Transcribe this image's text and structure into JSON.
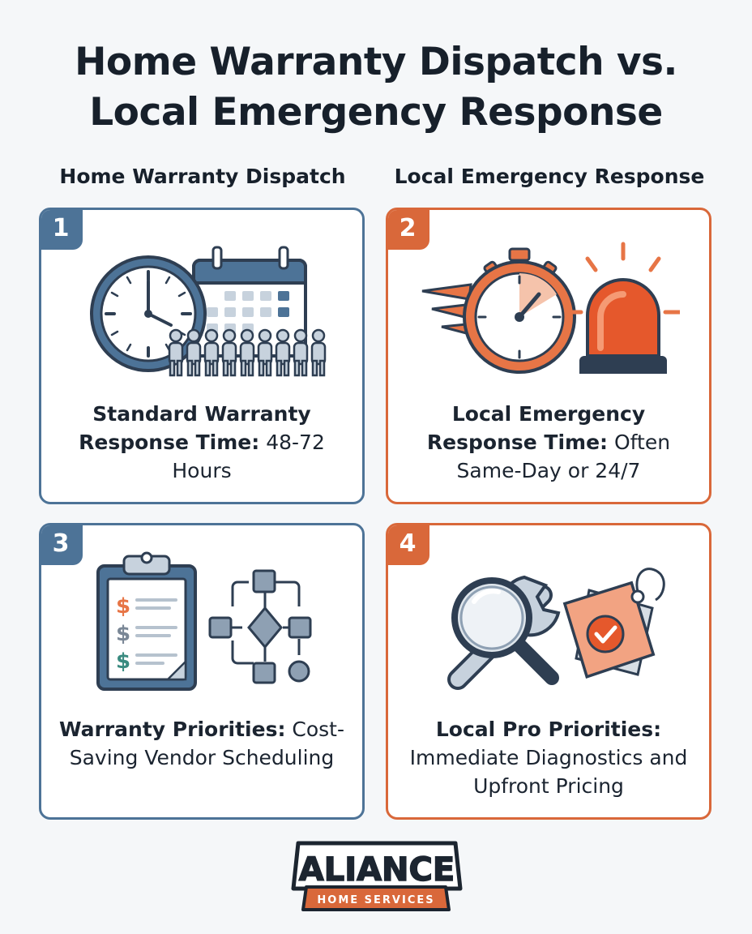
{
  "title": {
    "line1": "Home Warranty Dispatch vs.",
    "line2": "Local Emergency Response"
  },
  "columns": {
    "left": "Home Warranty Dispatch",
    "right": "Local Emergency Response"
  },
  "cards": [
    {
      "number": "1",
      "heading": "Standard Warranty Response Time:",
      "detail": "48-72 Hours",
      "accent": "#4d7397",
      "icons": [
        "clock-icon",
        "calendar-icon",
        "people-queue-icon"
      ]
    },
    {
      "number": "2",
      "heading": "Local Emergency Response Time:",
      "detail": "Often Same-Day or 24/7",
      "accent": "#d9683a",
      "icons": [
        "stopwatch-icon",
        "siren-icon"
      ]
    },
    {
      "number": "3",
      "heading": "Warranty Priorities:",
      "detail": "Cost-Saving Vendor Scheduling",
      "accent": "#4d7397",
      "icons": [
        "clipboard-icon",
        "flowchart-icon"
      ]
    },
    {
      "number": "4",
      "heading": "Local Pro Priorities:",
      "detail": "Immediate Diagnostics and Upfront Pricing",
      "accent": "#d9683a",
      "icons": [
        "wrench-icon",
        "magnifier-icon",
        "price-tag-icon"
      ]
    }
  ],
  "logo": {
    "brand": "ALIANCE",
    "tagline": "HOME SERVICES",
    "colors": {
      "dark": "#1c2530",
      "orange": "#d9683a"
    }
  },
  "colors": {
    "blue": "#4d7397",
    "orange": "#d9683a",
    "background": "#f5f7f9"
  }
}
